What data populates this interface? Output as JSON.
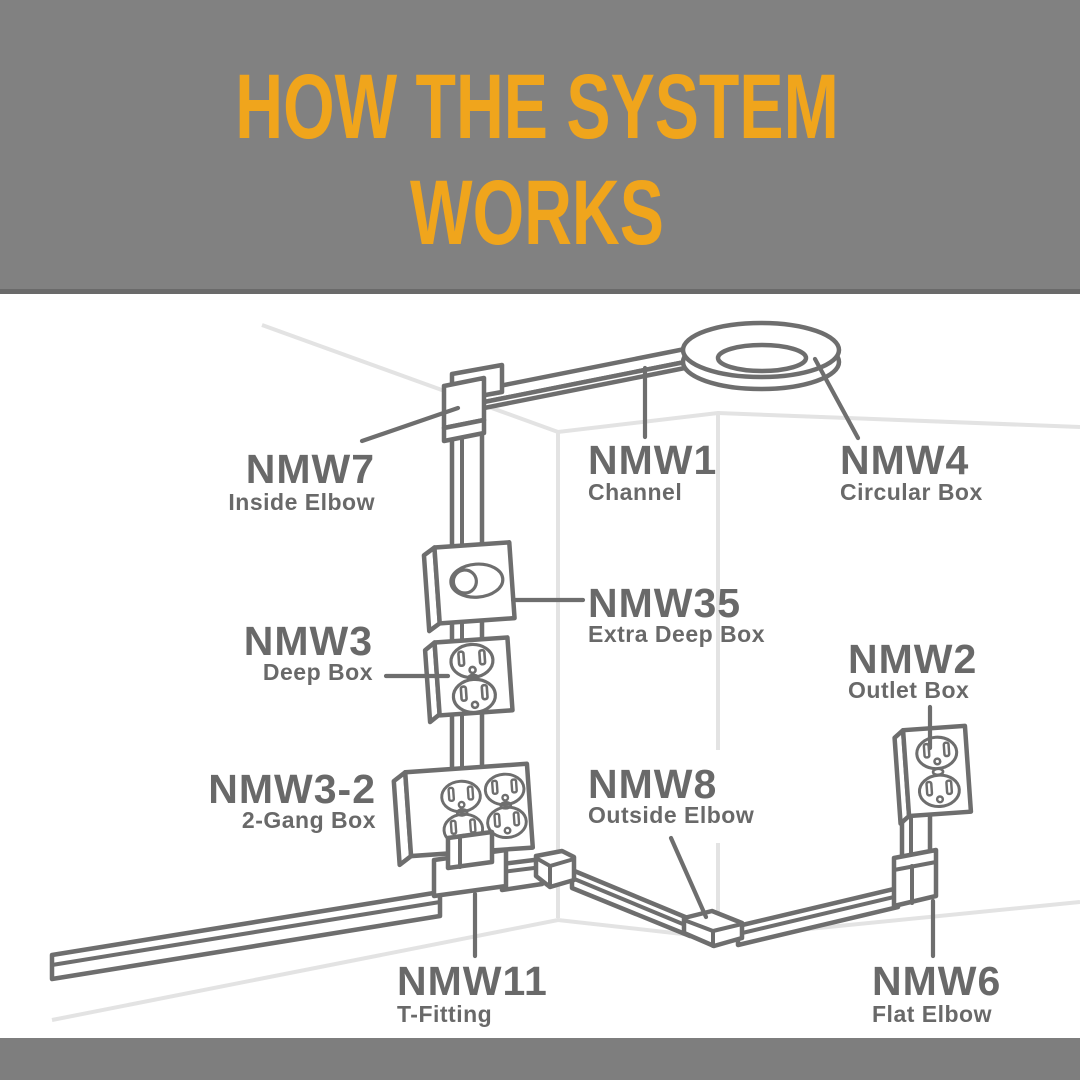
{
  "header": {
    "title_line1": "HOW THE SYSTEM",
    "title_line2": "WORKS",
    "bg_color": "#818181",
    "border_color": "#6A6A6A",
    "accent_color": "#F0A51C"
  },
  "footer": {
    "bg_color": "#7E7E7E"
  },
  "diagram": {
    "line_color": "#6E6E6E",
    "room_line_color": "#E3E3E3",
    "label_color": "#696969",
    "parts": [
      {
        "code": "NMW7",
        "name": "Inside Elbow"
      },
      {
        "code": "NMW1",
        "name": "Channel"
      },
      {
        "code": "NMW4",
        "name": "Circular Box"
      },
      {
        "code": "NMW35",
        "name": "Extra Deep Box"
      },
      {
        "code": "NMW3",
        "name": "Deep Box"
      },
      {
        "code": "NMW2",
        "name": "Outlet Box"
      },
      {
        "code": "NMW3-2",
        "name": "2-Gang Box"
      },
      {
        "code": "NMW8",
        "name": "Outside Elbow"
      },
      {
        "code": "NMW11",
        "name": "T-Fitting"
      },
      {
        "code": "NMW6",
        "name": "Flat Elbow"
      }
    ]
  }
}
